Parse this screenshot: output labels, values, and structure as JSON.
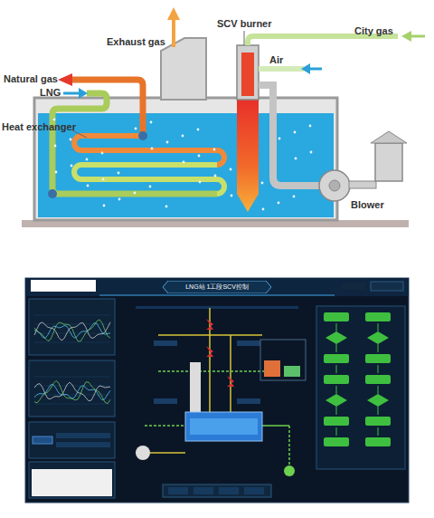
{
  "diagram": {
    "nodes": [
      {
        "text": [
          "LNG站 1工段SCV控制"
        ]
      }
    ],
    "labels": [
      "Exhaust gas",
      "Natural gas",
      "LNG",
      "Heat exchanger",
      "SCV burner",
      "Air",
      "City gas",
      "Blower"
    ]
  }
}
